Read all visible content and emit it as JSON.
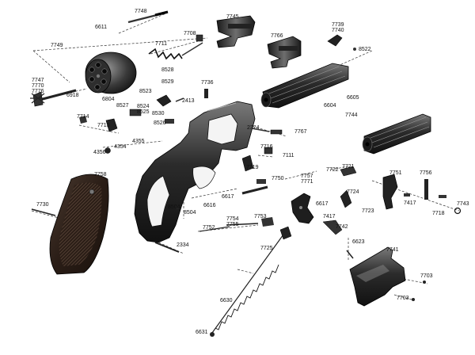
{
  "parts": [
    {
      "id": "p7748",
      "label": "7748"
    },
    {
      "id": "p6611",
      "label": "6611"
    },
    {
      "id": "p7749",
      "label": "7749"
    },
    {
      "id": "p7708",
      "label": "7708"
    },
    {
      "id": "p7711",
      "label": "7711"
    },
    {
      "id": "p7745",
      "label": "7745"
    },
    {
      "id": "p7766",
      "label": "7766"
    },
    {
      "id": "p7739",
      "label": "7739"
    },
    {
      "id": "p7740",
      "label": "7740"
    },
    {
      "id": "p8522",
      "label": "8522"
    },
    {
      "id": "p7747",
      "label": "7747"
    },
    {
      "id": "p7770",
      "label": "7770"
    },
    {
      "id": "p7776",
      "label": "7776"
    },
    {
      "id": "p6918",
      "label": "6918"
    },
    {
      "id": "p8528",
      "label": "8528"
    },
    {
      "id": "p8529",
      "label": "8529"
    },
    {
      "id": "p8523",
      "label": "8523"
    },
    {
      "id": "p7736",
      "label": "7736"
    },
    {
      "id": "p6804",
      "label": "6804"
    },
    {
      "id": "p8527",
      "label": "8527"
    },
    {
      "id": "p8524",
      "label": "8524"
    },
    {
      "id": "p8525",
      "label": "8525"
    },
    {
      "id": "p8530",
      "label": "8530"
    },
    {
      "id": "p8526",
      "label": "8526"
    },
    {
      "id": "p2413",
      "label": "2413"
    },
    {
      "id": "p6605",
      "label": "6605"
    },
    {
      "id": "p6604",
      "label": "6604"
    },
    {
      "id": "p7744",
      "label": "7744"
    },
    {
      "id": "p7714",
      "label": "7714"
    },
    {
      "id": "p7713",
      "label": "7713"
    },
    {
      "id": "p2324",
      "label": "2324"
    },
    {
      "id": "p7767",
      "label": "7767"
    },
    {
      "id": "p4355",
      "label": "4355"
    },
    {
      "id": "p4354",
      "label": "4354"
    },
    {
      "id": "p4356",
      "label": "4356"
    },
    {
      "id": "p7716",
      "label": "7716"
    },
    {
      "id": "p7111",
      "label": "7111"
    },
    {
      "id": "p7719",
      "label": "7719"
    },
    {
      "id": "p7758",
      "label": "7758"
    },
    {
      "id": "p7750",
      "label": "7750"
    },
    {
      "id": "p7757",
      "label": "7757"
    },
    {
      "id": "p7771",
      "label": "7771"
    },
    {
      "id": "p7722",
      "label": "7722"
    },
    {
      "id": "p7721",
      "label": "7721"
    },
    {
      "id": "p7751",
      "label": "7751"
    },
    {
      "id": "p7756",
      "label": "7756"
    },
    {
      "id": "p7724",
      "label": "7724"
    },
    {
      "id": "p6617a",
      "label": "6617"
    },
    {
      "id": "p7730",
      "label": "7730"
    },
    {
      "id": "p6617b",
      "label": "6617"
    },
    {
      "id": "p6616",
      "label": "6616"
    },
    {
      "id": "p8504a",
      "label": "8504"
    },
    {
      "id": "p8504b",
      "label": "8504"
    },
    {
      "id": "p7417a",
      "label": "7417"
    },
    {
      "id": "p7723",
      "label": "7723"
    },
    {
      "id": "p7417b",
      "label": "7417"
    },
    {
      "id": "p7718",
      "label": "7718"
    },
    {
      "id": "p7743",
      "label": "7743"
    },
    {
      "id": "p7754",
      "label": "7754"
    },
    {
      "id": "p7755",
      "label": "7755"
    },
    {
      "id": "p7753",
      "label": "7753"
    },
    {
      "id": "p7752",
      "label": "7752"
    },
    {
      "id": "p7742",
      "label": "7742"
    },
    {
      "id": "p6623",
      "label": "6623"
    },
    {
      "id": "p2334",
      "label": "2334"
    },
    {
      "id": "p7725",
      "label": "7725"
    },
    {
      "id": "p7741",
      "label": "7741"
    },
    {
      "id": "p7703a",
      "label": "7703"
    },
    {
      "id": "p7703b",
      "label": "7703"
    },
    {
      "id": "p6630",
      "label": "6630"
    },
    {
      "id": "p6631",
      "label": "6631"
    }
  ]
}
